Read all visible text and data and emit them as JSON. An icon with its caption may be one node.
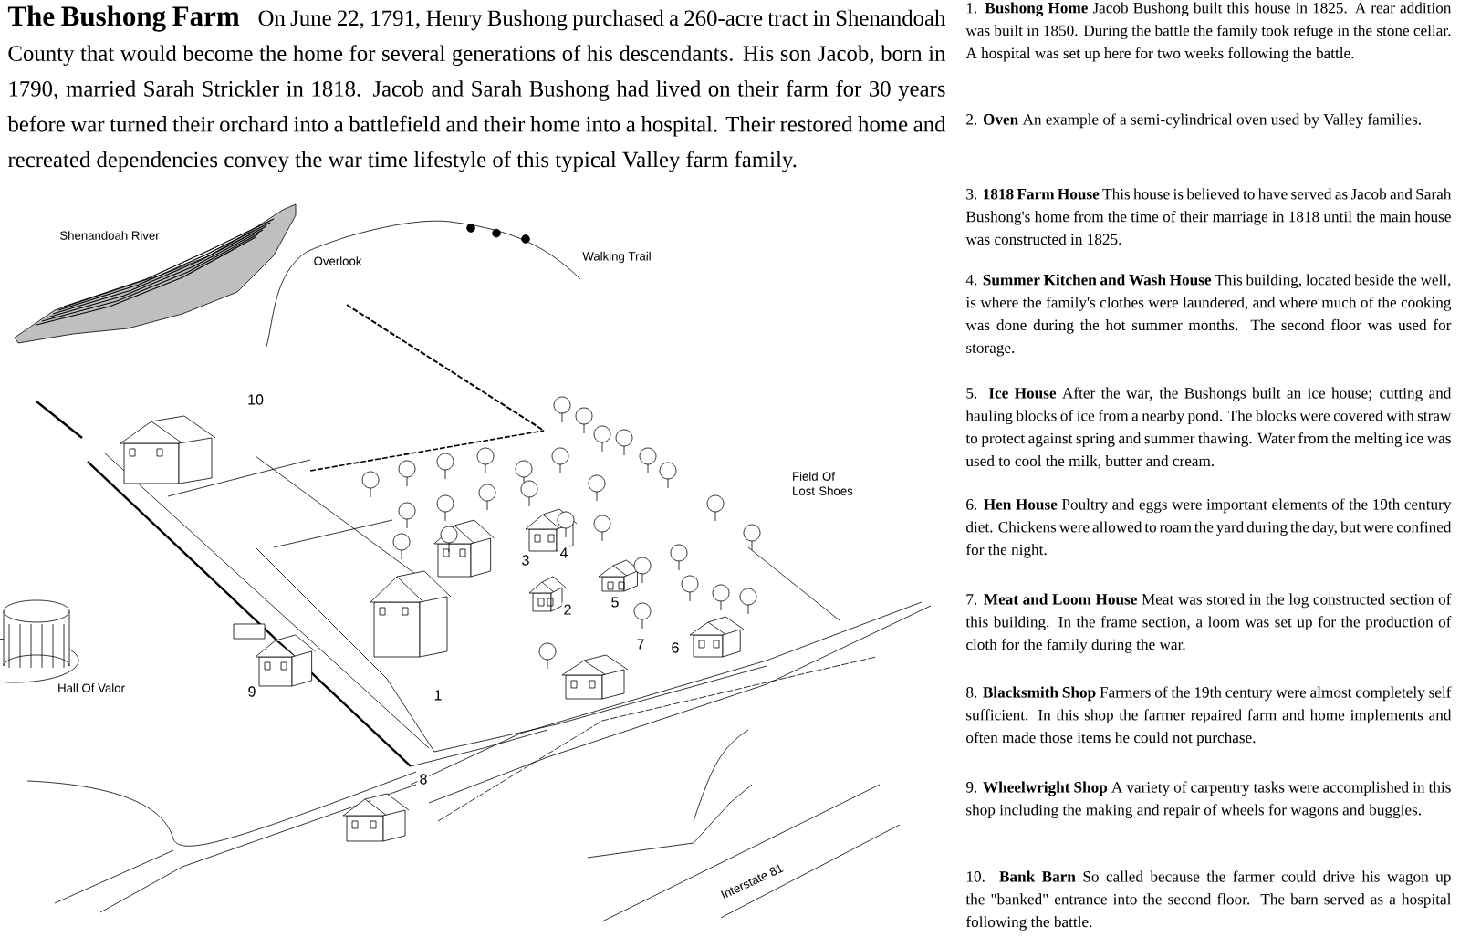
{
  "diagram": {
    "title": "The Bushong Farm",
    "labels": [
      "On June 22, 1791, Henry Bushong purchased a 260-acre tract in Shenandoah County that would become the home for several generations of his descendants. His son Jacob, born in 1790, married Sarah Strickler in 1818. Jacob and Sarah Bushong had lived on their farm for 30 years before war turned their orchard into a battlefield and their home into a hospital. Their restored home and recreated dependencies convey the war time lifestyle of this typical Valley farm family.",
      "Shenandoah River",
      "Overlook",
      "Walking Trail",
      "10",
      "Field Of Lost Shoes",
      "3",
      "4",
      "5",
      "2",
      "7",
      "6",
      "Hall Of Valor",
      "9",
      "1",
      "8",
      "Interstate 81",
      "1. **Bushong Home** Jacob Bushong built this house in 1825. A rear addition was built in 1850. During the battle the family took refuge in the stone cellar. A hospital was set up here for two weeks following the battle.",
      "2. **Oven** An example of a semi-cylindrical oven used by Valley families.",
      "3. **1818 Farm House** This house is believed to have served as Jacob and Sarah Bushong's home from the time of their marriage in 1818 until the main house was constructed in 1825.",
      "4. **Summer Kitchen and Wash House** This building, located beside the well, is where the family's clothes were laundered, and where much of the cooking was done during the hot summer months. The second floor was used for storage.",
      "5. **Ice House** After the war, the Bushongs built an ice house; cutting and hauling blocks of ice from a nearby pond. The blocks were covered with straw to protect against spring and summer thawing. Water from the melting ice was used to cool the milk, butter and cream.",
      "6. **Hen House** Poultry and eggs were important elements of the 19th century diet. Chickens were allowed to roam the yard during the day, but were confined for the night.",
      "7. **Meat and Loom House** Meat was stored in the log constructed section of this building. In the frame section, a loom was set up for the production of cloth for the family during the war.",
      "8. **Blacksmith Shop** Farmers of the 19th century were almost completely self sufficient. In this shop the farmer repaired farm and home implements and often made those items he could not purchase.",
      "9. **Wheelwright Shop** A variety of carpentry tasks were accomplished in this shop including the making and repair of wheels for wagons and buggies.",
      "10. **Bank Barn** So called because the farmer could drive his wagon up the \"banked\" entrance into the second floor. The barn served as a hospital following the battle."
    ]
  }
}
